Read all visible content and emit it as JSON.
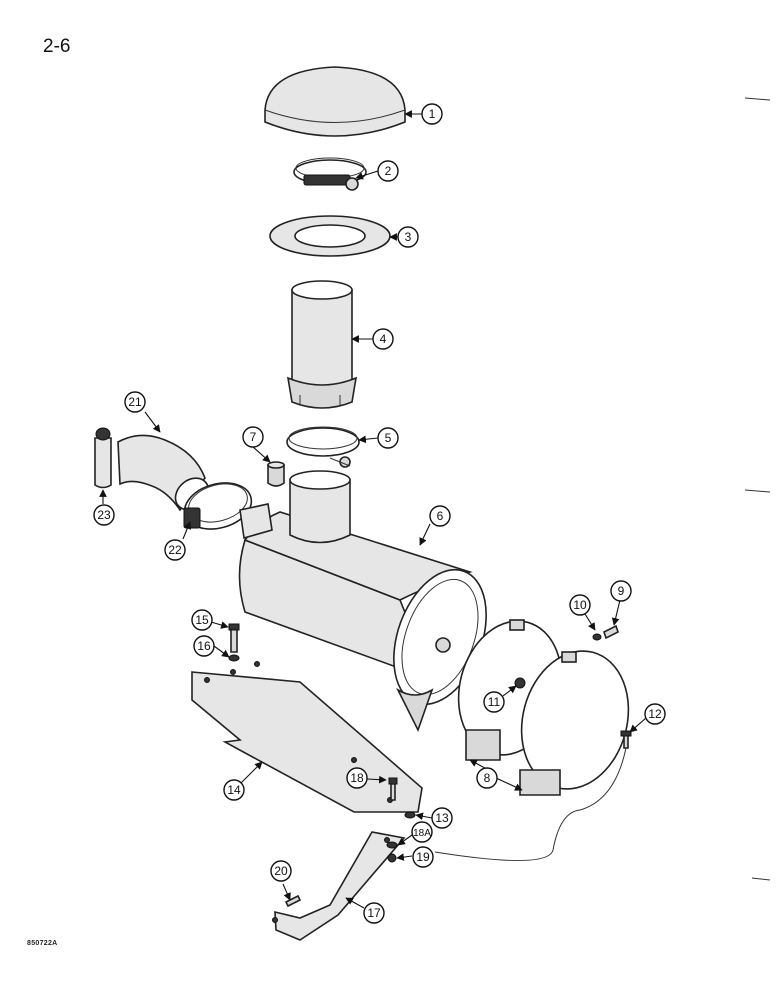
{
  "page_number": "2-6",
  "figure_code": "850722A",
  "callouts": [
    "1",
    "2",
    "3",
    "4",
    "5",
    "6",
    "7",
    "8",
    "9",
    "10",
    "11",
    "12",
    "13",
    "14",
    "15",
    "16",
    "17",
    "18",
    "18A",
    "19",
    "20",
    "21",
    "22",
    "23"
  ]
}
